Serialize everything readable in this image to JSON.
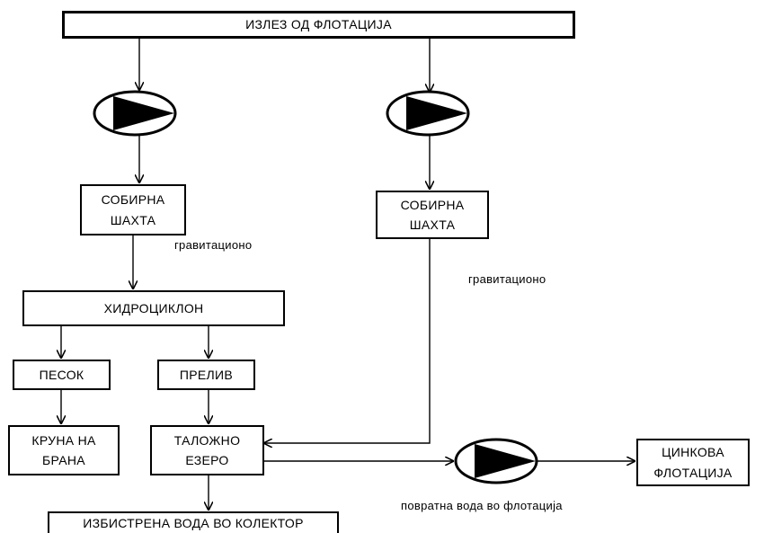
{
  "boxes": {
    "flotation_output": "ИЗЛЕЗ ОД ФЛОТАЦИЈА",
    "collection_shaft_left": "СОБИРНА\nШАХТА",
    "collection_shaft_right": "СОБИРНА\nШАХТА",
    "hydrocyclone": "ХИДРОЦИКЛОН",
    "sand": "ПЕСОК",
    "overflow": "ПРЕЛИВ",
    "dam_crown": "КРУНА НА\nБРАНА",
    "settling_lake": "ТАЛОЖНО\nЕЗЕРО",
    "clarified_water": "ИЗБИСТРЕНА ВОДА ВО КОЛЕКТОР",
    "zinc_flotation": "ЦИНКОВА\nФЛОТАЦИЈА"
  },
  "labels": {
    "gravitational_left": "гравитационо",
    "gravitational_right": "гравитационо",
    "return_water": "повратна вода во флотација"
  },
  "icons": {
    "pump": "pump-icon"
  },
  "colors": {
    "line": "#000000",
    "fill": "#ffffff"
  }
}
